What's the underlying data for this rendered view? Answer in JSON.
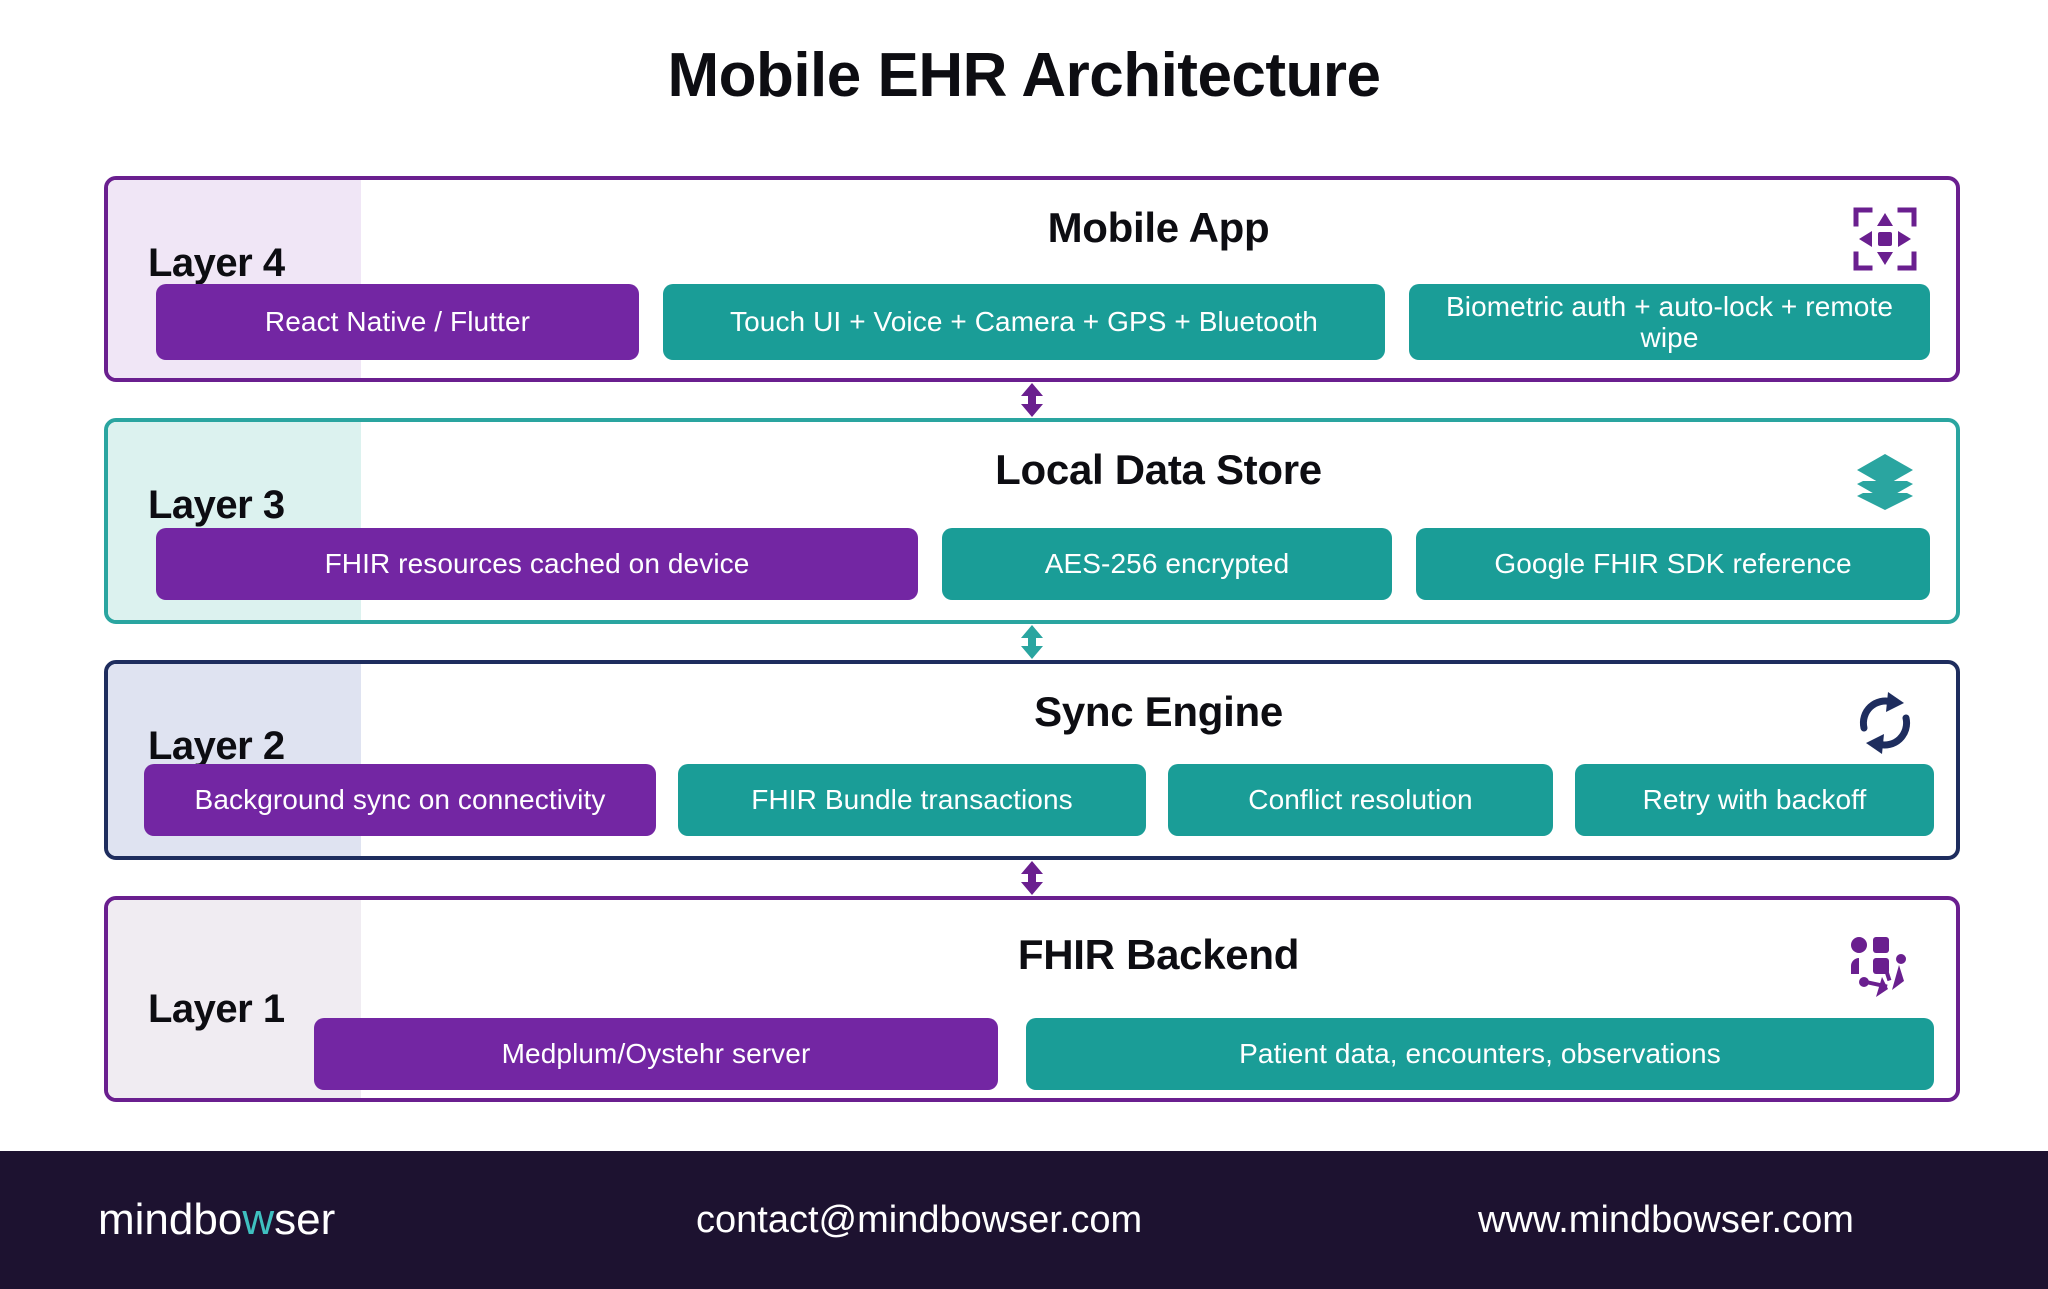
{
  "title": "Mobile EHR Architecture",
  "layers": [
    {
      "badge": "Layer 4",
      "heading": "Mobile App",
      "icon": "expand-move-icon",
      "icon_color": "#6a1f8f",
      "border_color": "#6a1f8f",
      "badge_bg": "#f0e6f6",
      "pills": [
        {
          "label": "React Native / Flutter",
          "color": "purple"
        },
        {
          "label": "Touch UI + Voice + Camera + GPS + Bluetooth",
          "color": "teal"
        },
        {
          "label": "Biometric auth + auto-lock + remote wipe",
          "color": "teal"
        }
      ]
    },
    {
      "badge": "Layer 3",
      "heading": "Local Data Store",
      "icon": "layers-stack-icon",
      "icon_color": "#2aa5a0",
      "border_color": "#2aa5a0",
      "badge_bg": "#dcf2ef",
      "pills": [
        {
          "label": "FHIR resources cached on device",
          "color": "purple"
        },
        {
          "label": "AES-256 encrypted",
          "color": "teal"
        },
        {
          "label": "Google FHIR SDK reference",
          "color": "teal"
        }
      ]
    },
    {
      "badge": "Layer 2",
      "heading": "Sync Engine",
      "icon": "sync-refresh-icon",
      "icon_color": "#1e2d5e",
      "border_color": "#1e2d5e",
      "badge_bg": "#dfe3f1",
      "pills": [
        {
          "label": "Background sync on connectivity",
          "color": "purple"
        },
        {
          "label": "FHIR Bundle transactions",
          "color": "teal"
        },
        {
          "label": "Conflict resolution",
          "color": "teal"
        },
        {
          "label": "Retry with backoff",
          "color": "teal"
        }
      ]
    },
    {
      "badge": "Layer 1",
      "heading": "FHIR Backend",
      "icon": "data-network-icon",
      "icon_color": "#6a1f8f",
      "border_color": "#6a1f8f",
      "badge_bg": "#f0ecf2",
      "pills": [
        {
          "label": "Medplum/Oystehr server",
          "color": "purple"
        },
        {
          "label": "Patient data, encounters, observations",
          "color": "teal"
        }
      ]
    }
  ],
  "connectors": [
    {
      "name": "connector-layer4-layer3",
      "icon": "double-arrow-vertical-icon",
      "color": "#6a1f8f"
    },
    {
      "name": "connector-layer3-layer2",
      "icon": "double-arrow-vertical-icon",
      "color": "#2aa5a0"
    },
    {
      "name": "connector-layer2-layer1",
      "icon": "double-arrow-vertical-icon",
      "color": "#6a1f8f"
    }
  ],
  "footer": {
    "logo_part1": "mindbo",
    "logo_w": "w",
    "logo_part2": "ser",
    "email": "contact@mindbowser.com",
    "website": "www.mindbowser.com",
    "bg": "#1d1230",
    "accent": "#3fc0c0"
  }
}
